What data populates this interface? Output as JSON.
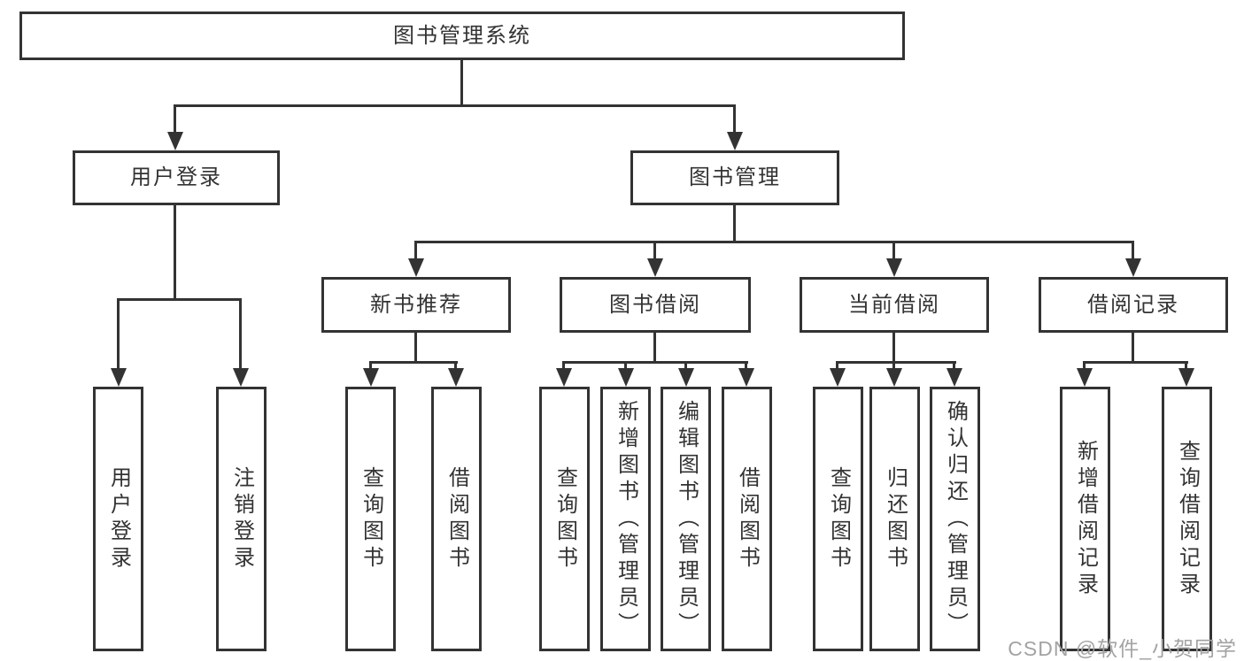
{
  "tree": {
    "root": {
      "label": "图书管理系统",
      "children": [
        {
          "label": "用户登录",
          "children": [
            {
              "label": "用户登录"
            },
            {
              "label": "注销登录"
            }
          ]
        },
        {
          "label": "图书管理",
          "children": [
            {
              "label": "新书推荐",
              "children": [
                {
                  "label": "查询图书"
                },
                {
                  "label": "借阅图书"
                }
              ]
            },
            {
              "label": "图书借阅",
              "children": [
                {
                  "label": "查询图书"
                },
                {
                  "label": "新增图书（管理员）"
                },
                {
                  "label": "编辑图书（管理员）"
                },
                {
                  "label": "借阅图书"
                }
              ]
            },
            {
              "label": "当前借阅",
              "children": [
                {
                  "label": "查询图书"
                },
                {
                  "label": "归还图书"
                },
                {
                  "label": "确认归还（管理员）"
                }
              ]
            },
            {
              "label": "借阅记录",
              "children": [
                {
                  "label": "新增借阅记录"
                },
                {
                  "label": "查询借阅记录"
                }
              ]
            }
          ]
        }
      ]
    }
  },
  "watermark": {
    "text": "CSDN @软件_小贺同学"
  },
  "colors": {
    "line": "#333333",
    "text": "#333333",
    "background": "#ffffff",
    "watermark": "#a3a3a3"
  }
}
